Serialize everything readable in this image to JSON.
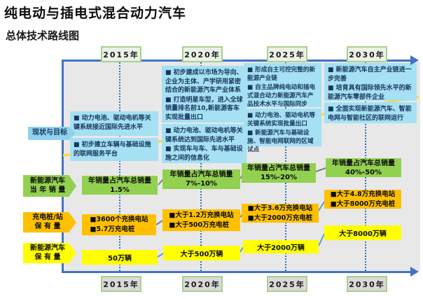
{
  "page": {
    "title": "纯电动与插电式混合动力汽车",
    "subtitle": "总体技术路线图"
  },
  "years": {
    "top": [
      "2015年",
      "2020年",
      "2025年",
      "2030年"
    ],
    "bottom": [
      "2015年",
      "2020年",
      "2025年",
      "2030年"
    ]
  },
  "row_labels": {
    "status": "现状与目标",
    "sales_1": "新能源汽车",
    "sales_2": "当 年 销 量",
    "charging_1": "充电桩/站",
    "charging_2": "保 有 量",
    "ownership_1": "新能源汽车",
    "ownership_2": "保 有 量"
  },
  "goals": {
    "c2015": {
      "box1": [
        "■ 动力电池、驱动电机等关键系统接近国际先进水平"
      ],
      "box2": [
        "■ 初步建立车辆与基础设施的联网服务平台"
      ]
    },
    "c2020": {
      "box1": [
        "■ 初步建成以市场为导向、企业为主体、产学研用紧密结合的新能源汽车产业体系",
        "■ 打造明星车型，进入全球销量排名前10,新能源客车实现批量出口"
      ],
      "box2": [
        "■ 动力电池、驱动电机等关键系统达到国际先进水平",
        "■ 实现车与车、车与基础设施之间的信息化"
      ]
    },
    "c2025": {
      "box1": [
        "■ 形成自主可控完整的新能源产业链",
        "■ 自主品牌纯电动和插电式混合动力新能源汽车产品技术水平与国际同步"
      ],
      "box2": [
        "■ 动力电池、驱动电机等关键系统实现批量出口",
        "■ 新能源汽车与基础设施、智能电网联网的区域试点"
      ]
    },
    "c2030": {
      "box1": [
        "■ 新能源汽车自主产业链进一步完善",
        "■ 培育具有国际领先水平的新能源汽车零部件企业"
      ],
      "box2": [
        "■ 全面实现新能源汽车、智能电网与智能社区的联网运行"
      ]
    }
  },
  "sales": {
    "c2015": {
      "l1": "年销量占汽车总销量",
      "l2": "1.5%"
    },
    "c2020": {
      "l1": "年销量占汽车总销量",
      "l2": "7%-10%"
    },
    "c2025": {
      "l1": "年销量占汽车总销量",
      "l2": "15%-20%"
    },
    "c2030": {
      "l1": "年销量占汽车总销量",
      "l2": "40%-50%"
    }
  },
  "charging": {
    "c2015": {
      "l1": "■3600个充换电站",
      "l2": "■5.7万充电桩"
    },
    "c2020": {
      "l1": "■大于1.2万充换电站",
      "l2": "■大于500万充电桩"
    },
    "c2025": {
      "l1": "■大于3.6万充换电站",
      "l2": "■大于2000万充电桩"
    },
    "c2030": {
      "l1": "■大于4.8万充换电站",
      "l2": "■大于8000万充电桩"
    }
  },
  "ownership": {
    "c2015": "50万辆",
    "c2020": "大于500万辆",
    "c2025": "大于2000万辆",
    "c2030": "大于8000万辆"
  },
  "colors": {
    "accent_blue": "#4472c4",
    "dashed_blue": "#2e75b6",
    "box_blue": "#a5e0f3",
    "green": "#92d050",
    "orange": "#ffc000",
    "yellow": "#ffff00",
    "curve_yellow": "#ffd935",
    "year_border_green": "#a9d08e",
    "panel_gray": "#e9e8e8"
  }
}
